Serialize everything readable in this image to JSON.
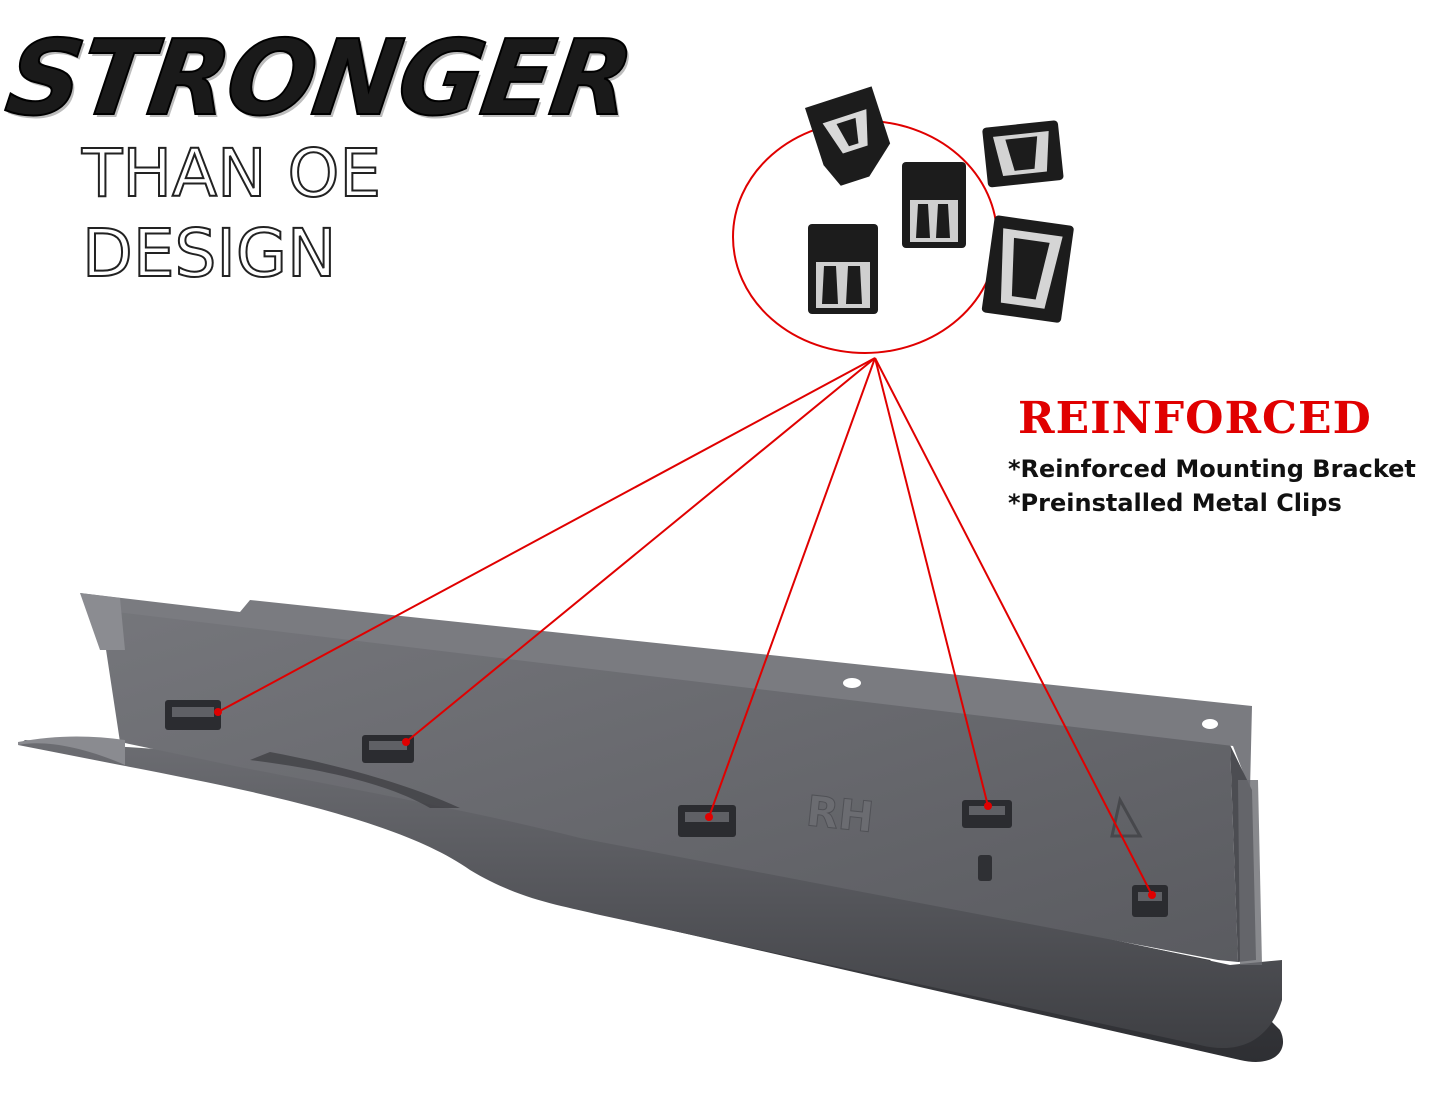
{
  "headline": {
    "title": "STRONGER",
    "subtitle": "THAN OE DESIGN"
  },
  "callout": {
    "heading": "REINFORCED",
    "features": [
      "*Reinforced Mounting Bracket",
      "*Preinstalled Metal Clips"
    ]
  },
  "colors": {
    "accent_red": "#e00000",
    "part_gray": "#5d5e62",
    "clip_black": "#1c1c1c"
  },
  "part_marking": "RH",
  "icons": [
    "metal-clip-icon",
    "callout-circle"
  ]
}
